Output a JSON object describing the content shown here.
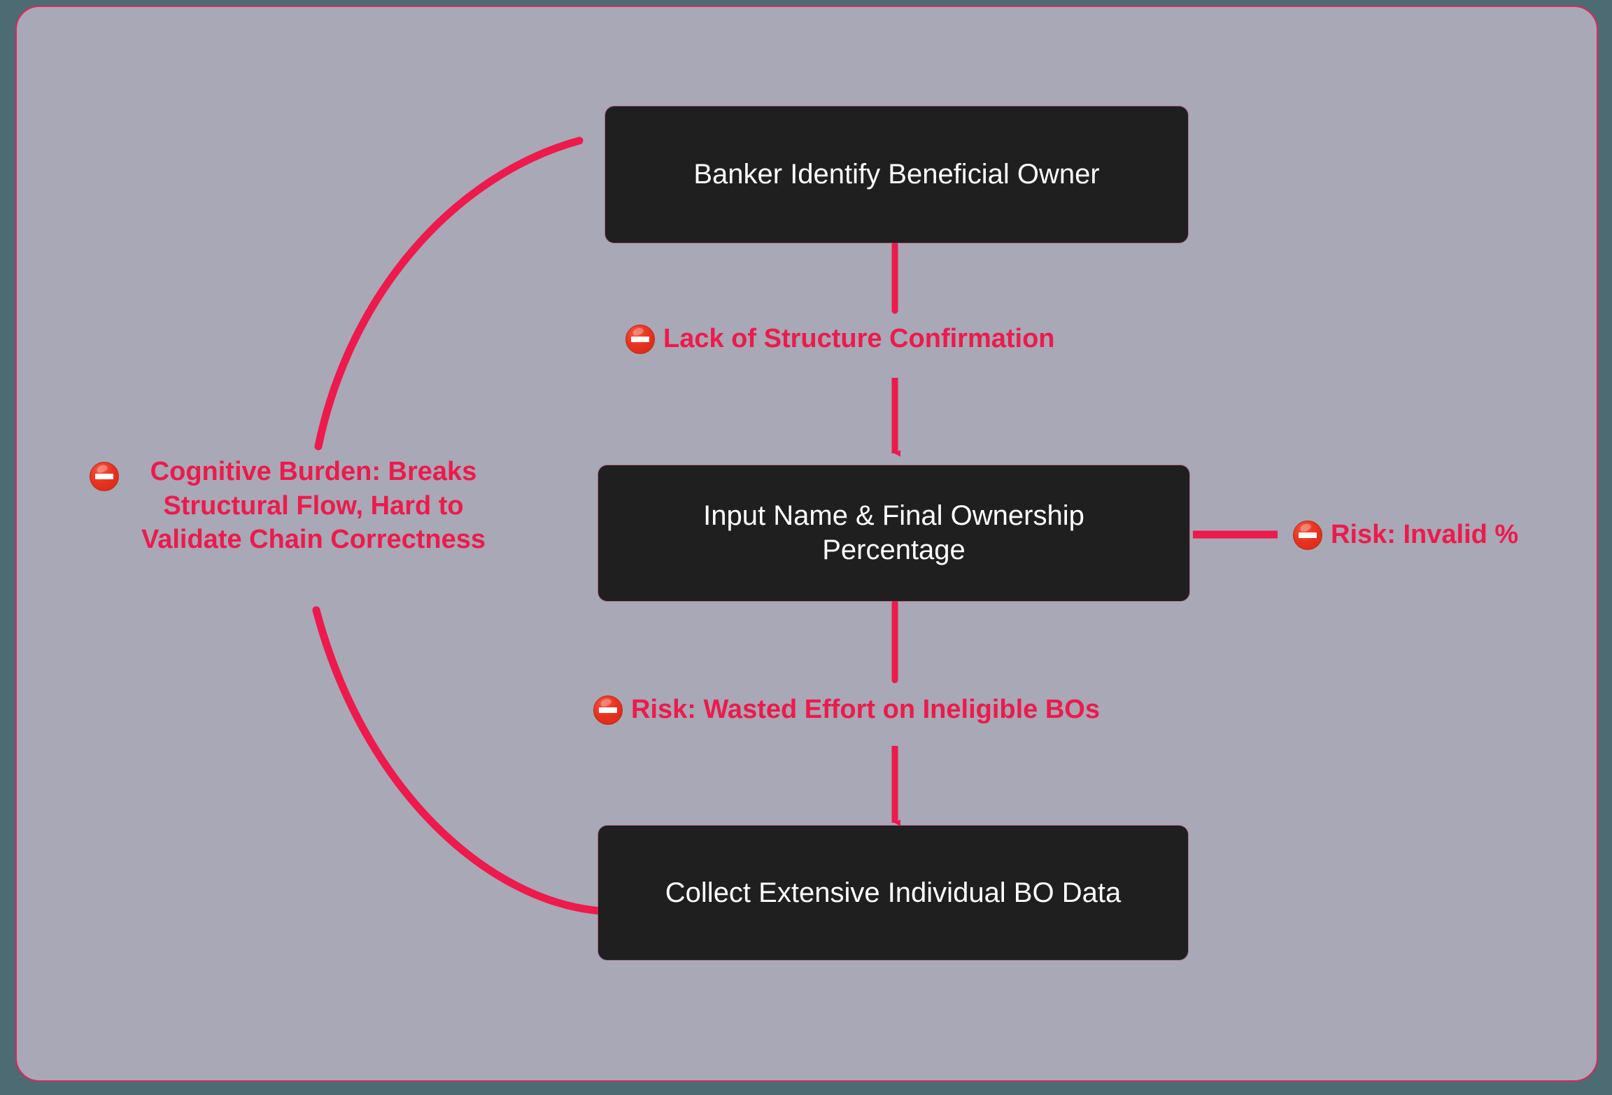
{
  "canvas": {
    "outer_background": "#4d6b73",
    "panel_background": "#a8a8b6",
    "panel_border_color": "#d9295a",
    "node_fill": "#1f1f1f",
    "node_text_color": "#ffffff",
    "accent_color": "#ed1a4b"
  },
  "diagram": {
    "type": "flowchart",
    "orientation": "top-to-bottom",
    "nodes": [
      {
        "id": "n1",
        "label": "Banker Identify Beneficial Owner",
        "lines": [
          "Banker Identify Beneficial Owner"
        ]
      },
      {
        "id": "n2",
        "label": "Input Name & Final Ownership Percentage",
        "lines": [
          "Input Name & Final Ownership",
          "Percentage"
        ]
      },
      {
        "id": "n3",
        "label": "Collect Extensive Individual BO Data",
        "lines": [
          "Collect Extensive Individual BO Data"
        ]
      }
    ],
    "edges": [
      {
        "id": "e1",
        "from": "n1",
        "to": "n2",
        "icon": "no-entry-icon",
        "label": "Lack of Structure Confirmation",
        "lines": [
          "Lack of Structure Confirmation"
        ],
        "style": "straight-down-arrow"
      },
      {
        "id": "e2",
        "from": "n2",
        "to": "n3",
        "icon": "no-entry-icon",
        "label": "Risk: Wasted Effort on Ineligible BOs",
        "lines": [
          "Risk: Wasted Effort on Ineligible BOs"
        ],
        "style": "straight-down-arrow"
      },
      {
        "id": "e3",
        "from": "n2",
        "to": null,
        "icon": "no-entry-icon",
        "label": "Risk: Invalid %",
        "lines": [
          "Risk: Invalid %"
        ],
        "style": "straight-right-arrow"
      },
      {
        "id": "e4",
        "from": "n3",
        "to": "n1",
        "icon": "no-entry-icon",
        "label": "Cognitive Burden: Breaks Structural Flow, Hard to Validate Chain Correctness",
        "lines": [
          "Cognitive Burden: Breaks",
          "Structural Flow, Hard to",
          "Validate Chain Correctness"
        ],
        "style": "curved-feedback-arrow"
      }
    ]
  }
}
